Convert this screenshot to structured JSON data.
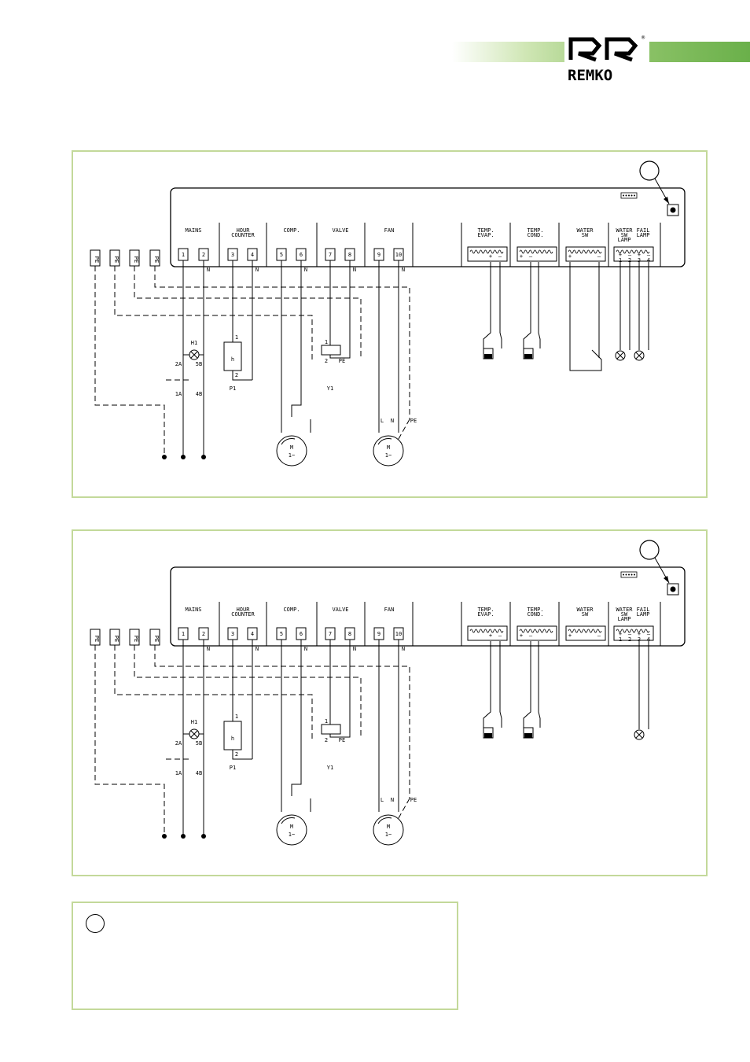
{
  "brand": {
    "name": "REMKO",
    "registered": "®",
    "bar_color": "#6ab04a",
    "panel_border_color": "#c3d99a"
  },
  "diagrams": [
    {
      "variant": "full",
      "sections": [
        "MAINS",
        "HOUR\nCOUNTER",
        "COMP.",
        "VALVE",
        "FAN",
        "",
        "TEMP.\nEVAP.",
        "TEMP.\nCOND.",
        "WATER\nSW",
        "WATER\nSW\nLAMP",
        "FAIL\nLAMP"
      ],
      "terminals": [
        "1",
        "2",
        "3",
        "4",
        "5",
        "6",
        "7",
        "8",
        "9",
        "10"
      ],
      "neutral_label": "N",
      "pe_labels": [
        "PE",
        "PE",
        "PE",
        "PE"
      ],
      "sensor_terminals": {
        "evap": [
          "+",
          "–"
        ],
        "cond": [
          "+",
          "–"
        ],
        "water": [
          "+",
          "–"
        ],
        "lamps": [
          "+",
          "–",
          "+",
          "–"
        ],
        "lamp_numbers": [
          "1",
          "2",
          "3",
          "4"
        ]
      },
      "components": {
        "lamp": "H1",
        "hour_counter": "P1",
        "hour_symbol": "h",
        "valve": "Y1",
        "motor": "M",
        "motor_phase": "1~",
        "switch_labels": [
          "2A",
          "5B",
          "1A",
          "4B"
        ],
        "fan_wires": [
          "L",
          "N",
          "PE"
        ],
        "counter_pins": [
          "1",
          "2"
        ],
        "valve_pins": [
          "1",
          "2",
          "PE"
        ]
      }
    },
    {
      "variant": "reduced",
      "sections": [
        "MAINS",
        "HOUR\nCOUNTER",
        "COMP.",
        "VALVE",
        "FAN",
        "",
        "TEMP.\nEVAP.",
        "TEMP.\nCOND.",
        "WATER\nSW",
        "WATER\nSW\nLAMP",
        "FAIL\nLAMP"
      ],
      "terminals": [
        "1",
        "2",
        "3",
        "4",
        "5",
        "6",
        "7",
        "8",
        "9",
        "10"
      ],
      "neutral_label": "N",
      "pe_labels": [
        "PE",
        "PE",
        "PE",
        "PE"
      ],
      "sensor_terminals": {
        "evap": [
          "+",
          "–"
        ],
        "cond": [
          "+",
          "–"
        ],
        "water": [
          "+",
          "–"
        ],
        "lamps": [
          "+",
          "–",
          "+",
          "–"
        ],
        "lamp_numbers": [
          "1",
          "2",
          "3",
          "4"
        ]
      },
      "components": {
        "lamp": "H1",
        "hour_counter": "P1",
        "hour_symbol": "h",
        "valve": "Y1",
        "motor": "M",
        "motor_phase": "1~",
        "switch_labels": [
          "2A",
          "5B",
          "1A",
          "4B"
        ],
        "fan_wires": [
          "L",
          "N",
          "PE"
        ],
        "counter_pins": [
          "1",
          "2"
        ],
        "valve_pins": [
          "1",
          "2",
          "PE"
        ]
      }
    }
  ],
  "note": {
    "text": ""
  }
}
